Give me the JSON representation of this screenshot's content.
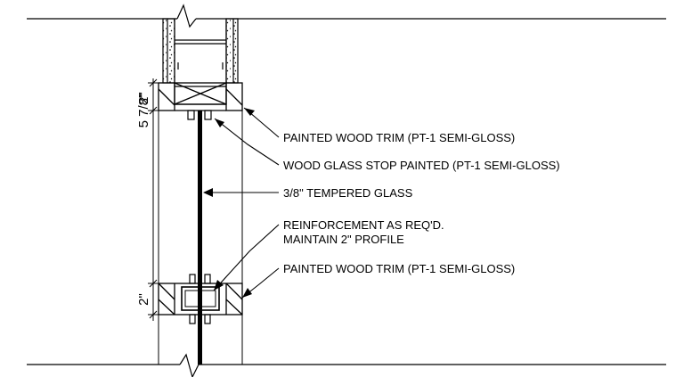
{
  "callouts": {
    "trim_top": "PAINTED WOOD TRIM (PT-1 SEMI-GLOSS)",
    "glass_stop": "WOOD GLASS STOP PAINTED (PT-1 SEMI-GLOSS)",
    "glass": "3/8\" TEMPERED GLASS",
    "reinforcement_line1": "REINFORCEMENT AS REQ'D.",
    "reinforcement_line2": "MAINTAIN 2\" PROFILE",
    "trim_bottom": "PAINTED WOOD TRIM (PT-1 SEMI-GLOSS)"
  },
  "dimensions": {
    "top_trim": "2\"",
    "overall": "5 7/8\"",
    "bottom_trim": "2\""
  }
}
